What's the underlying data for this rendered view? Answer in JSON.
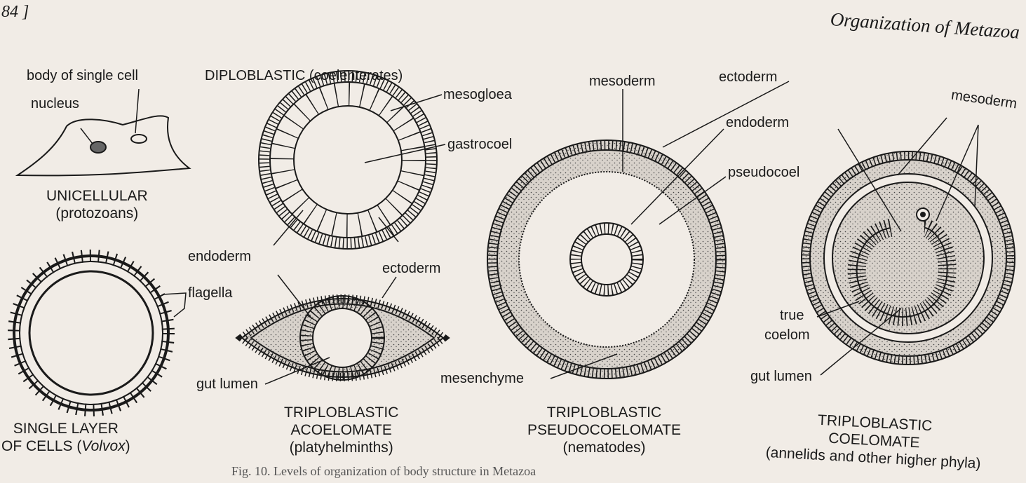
{
  "header": {
    "page_number": "84 ]",
    "running_title": "Organization of Metazoa"
  },
  "labels": {
    "body_of_single_cell": "body of single cell",
    "nucleus": "nucleus",
    "unicellular": "UNICELLULAR",
    "protozoans": "(protozoans)",
    "flagella": "flagella",
    "single_layer": "SINGLE LAYER",
    "of_cells": "OF CELLS (",
    "volvox": "Volvox",
    "of_cells_end": ")",
    "diploblastic": "DIPLOBLASTIC (coelenterates)",
    "mesogloea": "mesogloea",
    "gastrocoel": "gastrocoel",
    "endoderm_a": "endoderm",
    "ectoderm_a": "ectoderm",
    "gut_lumen_a": "gut lumen",
    "acoel_1": "TRIPLOBLASTIC",
    "acoel_2": "ACOELOMATE",
    "acoel_3": "(platyhelminths)",
    "mesoderm_b": "mesoderm",
    "ectoderm_b": "ectoderm",
    "endoderm_b": "endoderm",
    "pseudocoel": "pseudocoel",
    "mesenchyme": "mesenchyme",
    "pseudo_1": "TRIPLOBLASTIC",
    "pseudo_2": "PSEUDOCOELOMATE",
    "pseudo_3": "(nematodes)",
    "mesoderm_c": "mesoderm",
    "true_coelom_1": "true",
    "true_coelom_2": "coelom",
    "gut_lumen_c": "gut lumen",
    "coel_1": "TRIPLOBLASTIC",
    "coel_2": "COELOMATE",
    "coel_3": "(annelids and other higher phyla)"
  },
  "caption": "Fig. 10. Levels of organization of body structure in Metazoa"
}
